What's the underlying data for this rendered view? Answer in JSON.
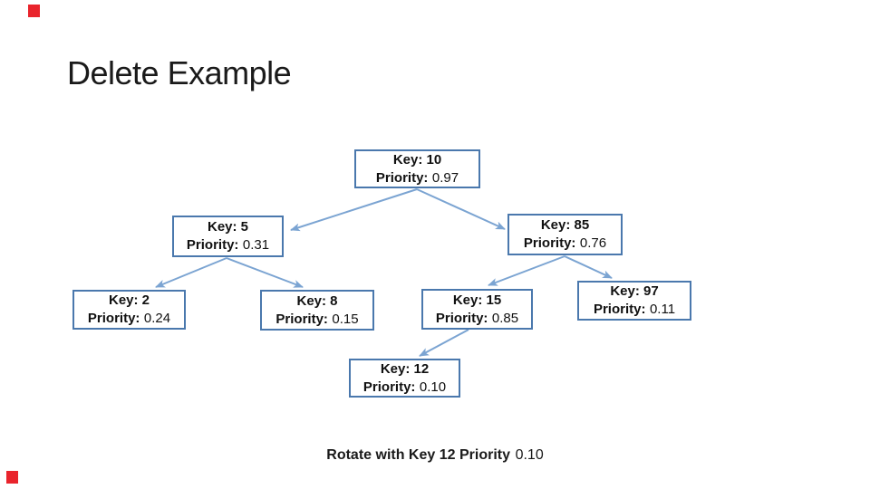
{
  "slide": {
    "title": "Delete Example",
    "caption": {
      "text": "Rotate with Key 12 Priority",
      "value": "0.10"
    }
  },
  "tree": {
    "nodes": [
      {
        "key": "Key: 10",
        "priority_label": "Priority:",
        "priority_value": "0.97"
      },
      {
        "key": "Key: 5",
        "priority_label": "Priority:",
        "priority_value": "0.31"
      },
      {
        "key": "Key: 85",
        "priority_label": "Priority:",
        "priority_value": "0.76"
      },
      {
        "key": "Key: 2",
        "priority_label": "Priority:",
        "priority_value": "0.24"
      },
      {
        "key": "Key: 8",
        "priority_label": "Priority:",
        "priority_value": "0.15"
      },
      {
        "key": "Key: 15",
        "priority_label": "Priority:",
        "priority_value": "0.85"
      },
      {
        "key": "Key: 97",
        "priority_label": "Priority:",
        "priority_value": "0.11"
      },
      {
        "key": "Key: 12",
        "priority_label": "Priority:",
        "priority_value": "0.10"
      }
    ],
    "edges": [
      {
        "from": "10",
        "to": "5"
      },
      {
        "from": "10",
        "to": "85"
      },
      {
        "from": "5",
        "to": "2"
      },
      {
        "from": "5",
        "to": "8"
      },
      {
        "from": "85",
        "to": "15"
      },
      {
        "from": "85",
        "to": "97"
      },
      {
        "from": "15",
        "to": "12"
      }
    ]
  },
  "colors": {
    "node_border": "#4a78ad",
    "arrow": "#7ba4d2",
    "text": "#111111",
    "red_marker": "#e9242c"
  }
}
